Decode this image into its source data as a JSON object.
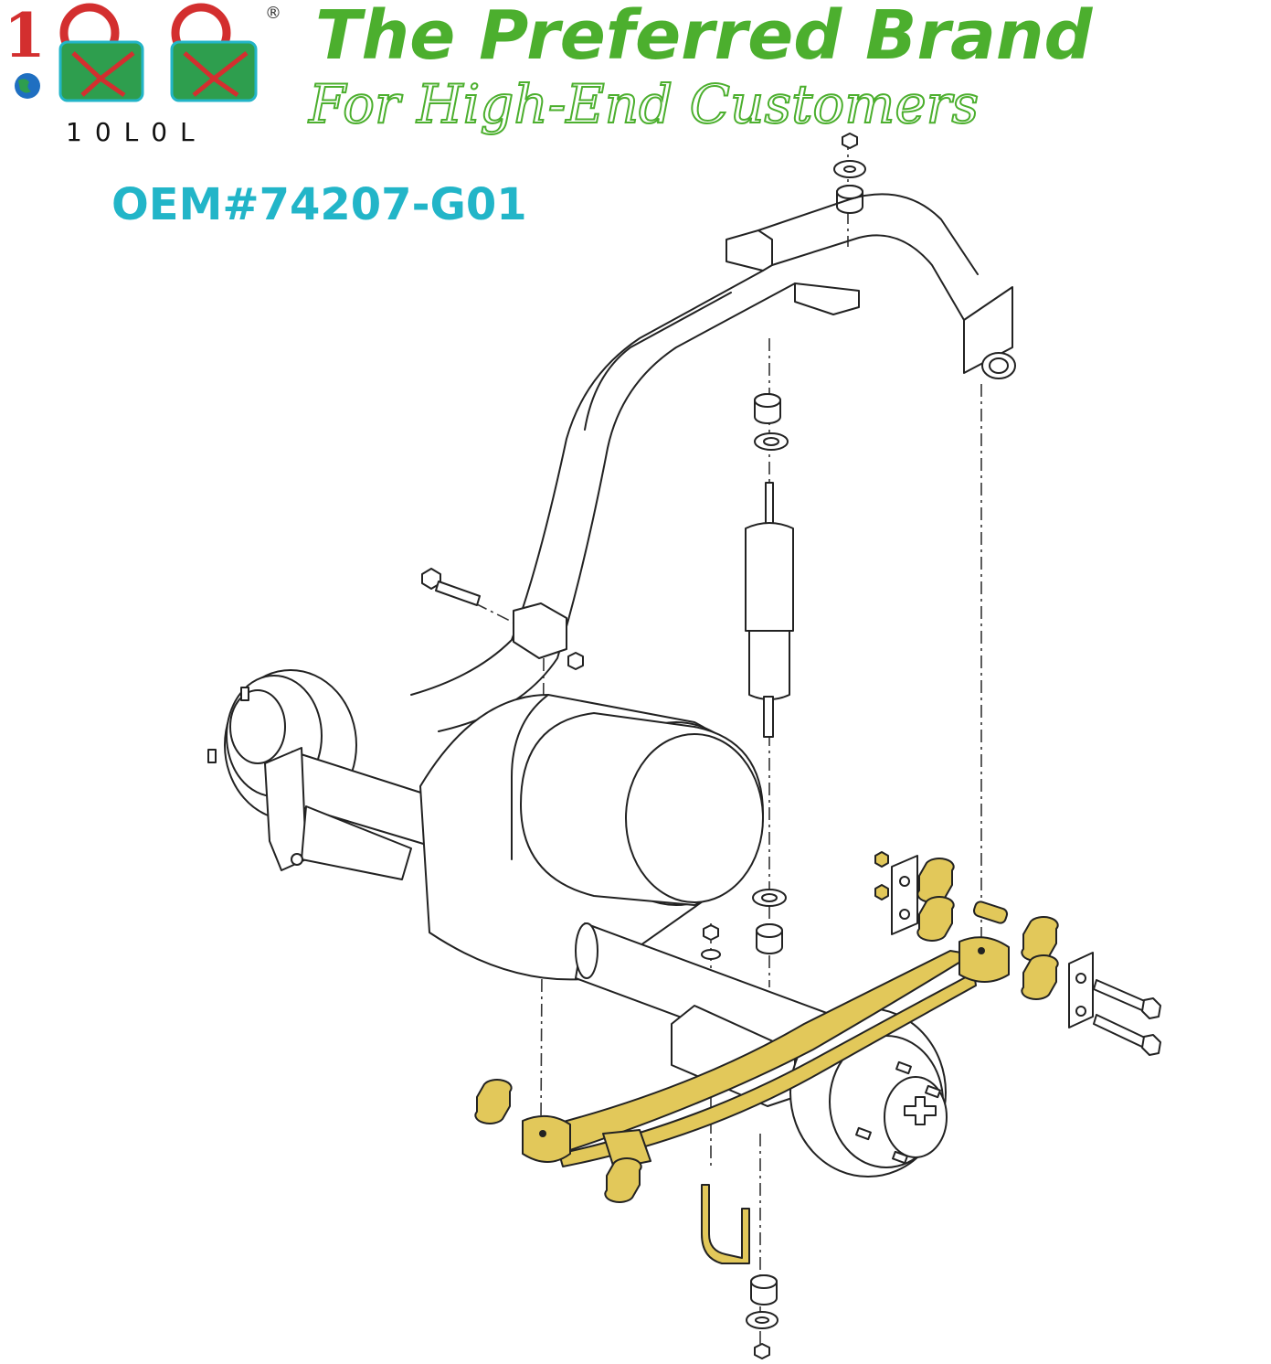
{
  "brand": {
    "logo_text": "10L0L",
    "registered_mark": "®",
    "headline": "The Preferred Brand",
    "tagline": "For High-End Customers"
  },
  "product": {
    "oem_number": "OEM#74207-G01"
  },
  "colors": {
    "headline_green": "#4caf2e",
    "oem_teal": "#22b5c8",
    "highlight_yellow": "#e2c85a",
    "logo_red": "#d32f2f",
    "logo_green": "#2e9e4e"
  }
}
